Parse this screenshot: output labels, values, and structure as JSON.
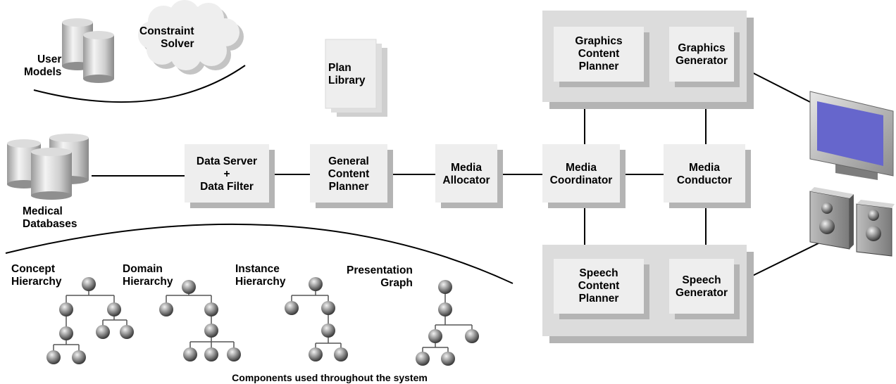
{
  "labels": {
    "user_models": "User\nModels",
    "constraint_solver": "Constraint\nSolver",
    "plan_library": "Plan\nLibrary",
    "medical_databases": "Medical\nDatabases",
    "data_server": "Data Server\n+\nData Filter",
    "general_content_planner": "General\nContent\nPlanner",
    "media_allocator": "Media\nAllocator",
    "media_coordinator": "Media\nCoordinator",
    "media_conductor": "Media\nConductor",
    "graphics_content_planner": "Graphics\nContent\nPlanner",
    "graphics_generator": "Graphics\nGenerator",
    "speech_content_planner": "Speech\nContent\nPlanner",
    "speech_generator": "Speech\nGenerator",
    "concept_hierarchy": "Concept\nHierarchy",
    "domain_hierarchy": "Domain\nHierarchy",
    "instance_hierarchy": "Instance\nHierarchy",
    "presentation_graph": "Presentation\nGraph",
    "components_caption": "Components used throughout the system"
  },
  "colors": {
    "box_fill": "#eeeeee",
    "shadow": "#b4b4b4",
    "group_fill": "#dcdcdc",
    "monitor_screen": "#6666cc"
  }
}
